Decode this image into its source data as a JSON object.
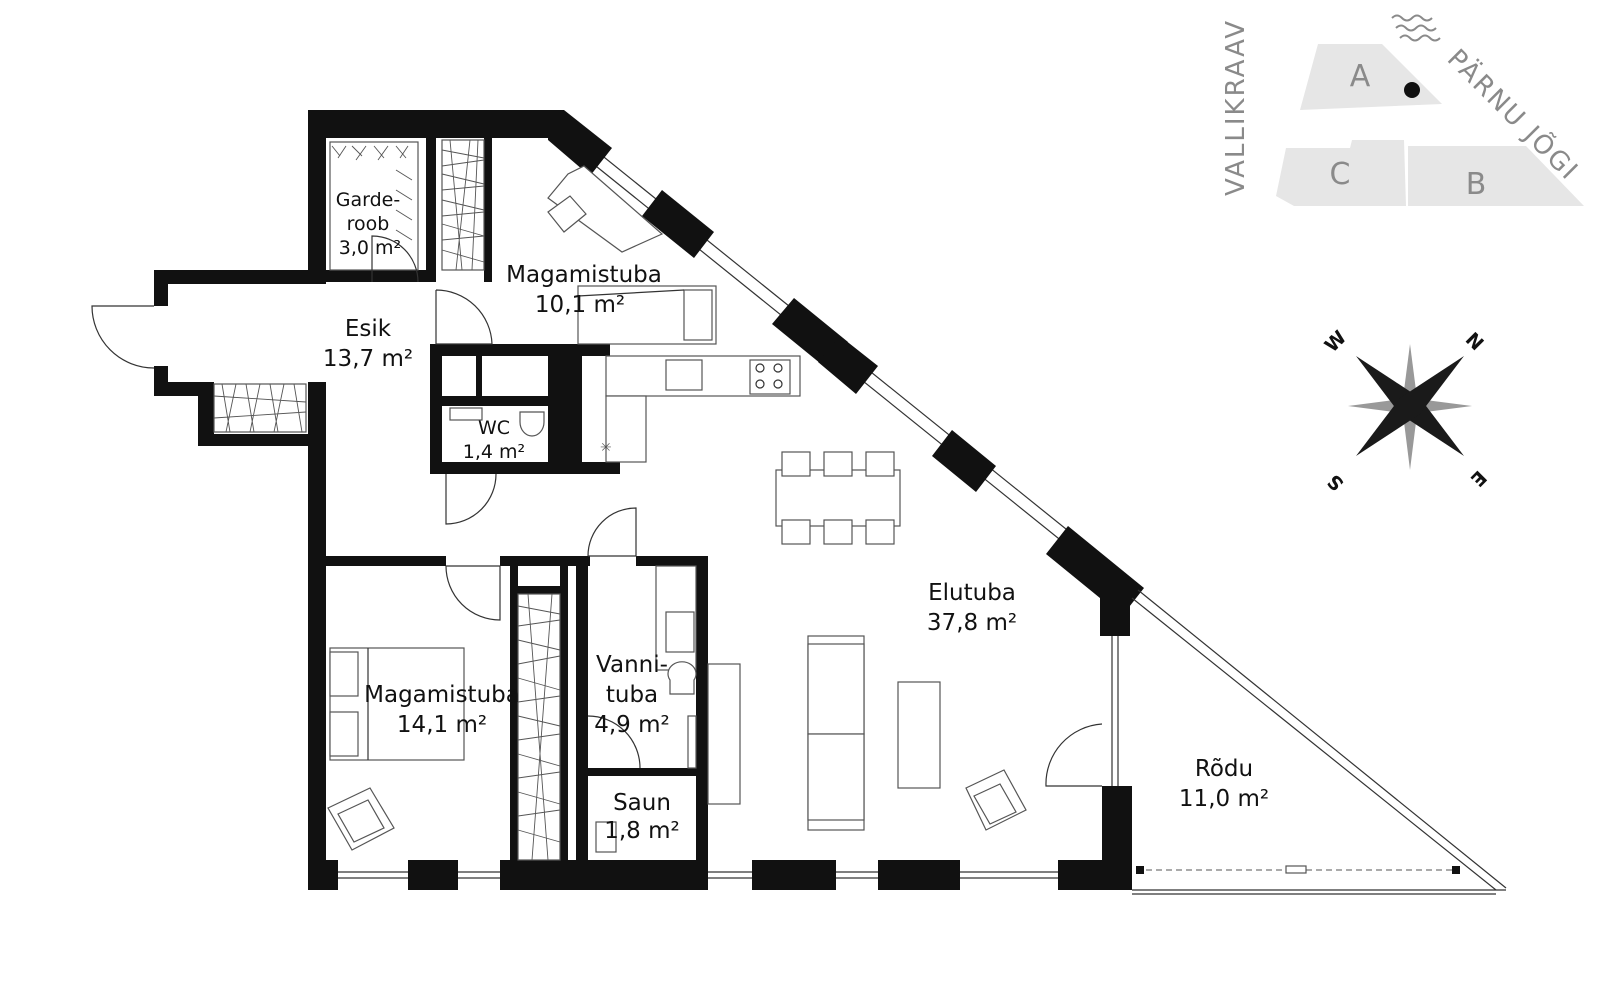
{
  "rooms": {
    "garderoob": {
      "line1": "Garde-",
      "line2": "roob",
      "area": "3,0 m²"
    },
    "magamistuba_1": {
      "name": "Magamistuba",
      "area": "10,1 m²"
    },
    "esik": {
      "name": "Esik",
      "area": "13,7 m²"
    },
    "wc": {
      "name": "WC",
      "area": "1,4 m²"
    },
    "elutuba": {
      "name": "Elutuba",
      "area": "37,8 m²"
    },
    "magamistuba_2": {
      "name": "Magamistuba",
      "area": "14,1 m²"
    },
    "vannituba": {
      "line1": "Vanni-",
      "line2": "tuba",
      "area": "4,9 m²"
    },
    "saun": {
      "name": "Saun",
      "area": "1,8 m²"
    },
    "rodu": {
      "name": "Rõdu",
      "area": "11,0 m²"
    }
  },
  "site_map": {
    "buildings": [
      "A",
      "B",
      "C"
    ],
    "streets": {
      "west": "VALLIKRAAV",
      "east": "PÄRNU JÕGI"
    },
    "water_icon": "waves-icon",
    "location_marker": "location-dot-icon",
    "fill_color": "#e6e6e6",
    "label_color": "#8a8a8a"
  },
  "compass": {
    "n": "N",
    "s": "S",
    "e": "E",
    "w": "W",
    "icon": "compass-rose-icon"
  },
  "colors": {
    "wall": "#111111",
    "background": "#ffffff"
  }
}
